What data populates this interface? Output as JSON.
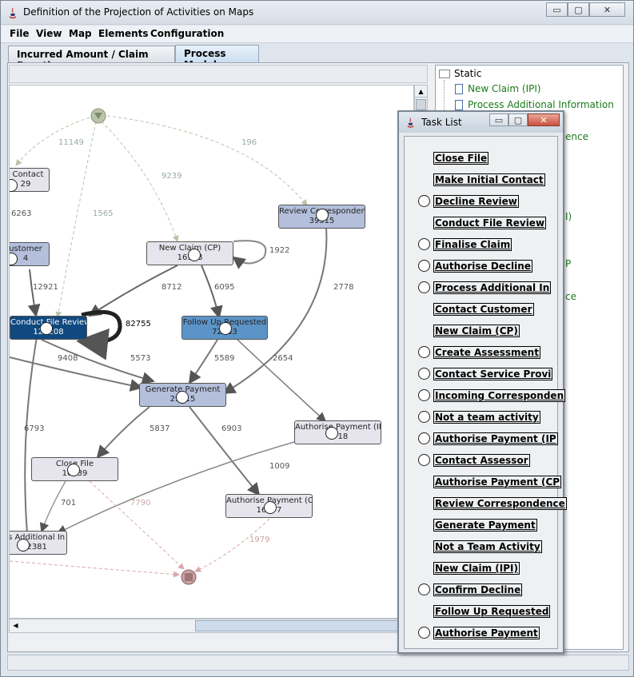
{
  "window": {
    "title": "Definition of the Projection of Activities on Maps",
    "controls": {
      "minimize": "▭",
      "maximize": "▢",
      "close": "✕"
    }
  },
  "menu": [
    "File",
    "View",
    "Map",
    "Elements",
    "Configuration"
  ],
  "tabs": [
    {
      "label": "Incurred Amount / Claim Duration",
      "active": false
    },
    {
      "label": "Process Model",
      "active": true
    }
  ],
  "tree": {
    "root": "Static",
    "items": [
      "New Claim (IPI)",
      "Process Additional Information"
    ],
    "partial": [
      "ence",
      "I)",
      "P",
      "ce"
    ]
  },
  "process_model": {
    "nodes": [
      {
        "name": "l Contact",
        "count": "29"
      },
      {
        "name": "ustomer",
        "count": "4"
      },
      {
        "name": "Conduct File Review",
        "count": "122208"
      },
      {
        "name": "New Claim (CP)",
        "count": "16938"
      },
      {
        "name": "Follow Up Requested",
        "count": "72133"
      },
      {
        "name": "Review Correspondence",
        "count": "39515"
      },
      {
        "name": "Generate Payment",
        "count": "29815"
      },
      {
        "name": "Authorise Payment (IP",
        "count": "6718"
      },
      {
        "name": "Close File",
        "count": "16739"
      },
      {
        "name": "Authorise Payment (CP",
        "count": "16977"
      },
      {
        "name": "ss Additional In",
        "count": "12381"
      }
    ],
    "edge_labels": [
      "11149",
      "196",
      "9239",
      "6263",
      "1565",
      "1922",
      "12921",
      "8712",
      "6095",
      "2778",
      "82755",
      "9408",
      "5573",
      "5589",
      "2654",
      "6793",
      "5837",
      "6903",
      "1009",
      "701",
      "7790",
      "1979"
    ]
  },
  "task_list": {
    "title": "Task List",
    "tasks": [
      {
        "label": "Close File",
        "radio": false
      },
      {
        "label": "Make Initial Contact",
        "radio": false
      },
      {
        "label": "Decline Review",
        "radio": true
      },
      {
        "label": "Conduct File Review",
        "radio": false
      },
      {
        "label": "Finalise Claim",
        "radio": true
      },
      {
        "label": "Authorise Decline",
        "radio": true
      },
      {
        "label": "Process Additional In",
        "radio": true
      },
      {
        "label": "Contact Customer",
        "radio": false
      },
      {
        "label": "New Claim (CP)",
        "radio": false
      },
      {
        "label": "Create Assessment",
        "radio": true
      },
      {
        "label": "Contact Service Provi",
        "radio": true
      },
      {
        "label": "Incoming Corresponden",
        "radio": true
      },
      {
        "label": "Not a team activity",
        "radio": true
      },
      {
        "label": "Authorise Payment (IP",
        "radio": true
      },
      {
        "label": "Contact Assessor",
        "radio": true
      },
      {
        "label": "Authorise Payment (CP",
        "radio": false
      },
      {
        "label": "Review Correspondence",
        "radio": false
      },
      {
        "label": "Generate Payment",
        "radio": false
      },
      {
        "label": "Not a Team Activity",
        "radio": false
      },
      {
        "label": "New Claim (IPI)",
        "radio": false
      },
      {
        "label": "Confirm Decline",
        "radio": true
      },
      {
        "label": "Follow Up Requested",
        "radio": false
      },
      {
        "label": "Authorise Payment",
        "radio": true
      }
    ]
  },
  "colors": {
    "node_default": "#e6e4ec",
    "node_light_blue": "#b3bfdb",
    "node_medium_blue": "#5c94c7",
    "node_dark_blue": "#10497f",
    "edge_dashed": "#b9c4a8",
    "end_node": "#c9a3a3"
  }
}
